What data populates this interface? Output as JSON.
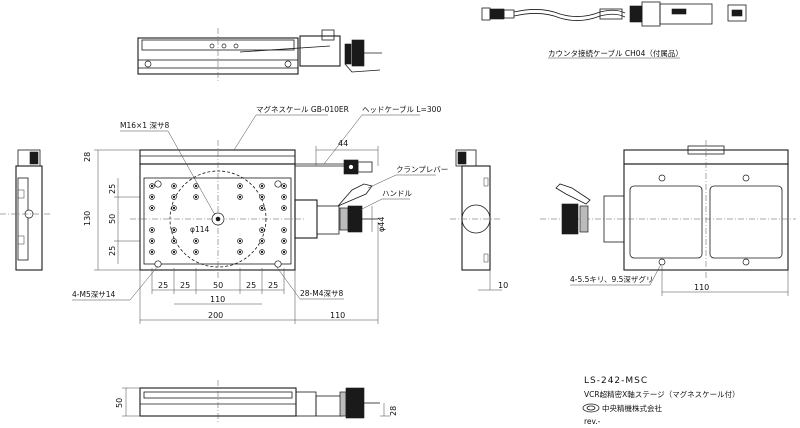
{
  "title_block": {
    "model": "LS-242-MSC",
    "description": "VCR超精密X軸ステージ（マグネスケール付）",
    "company": "中央精機株式会社",
    "revision": "rev.-"
  },
  "labels": {
    "cable_ch04": "カウンタ接続ケーブル CH04（付属品）",
    "magnescale": "マグネスケール GB-010ER",
    "head_cable": "ヘッドケーブル L=300",
    "clamp_lever": "クランプレバー",
    "handle": "ハンドル",
    "m16": "M16×1 深サ8",
    "m5": "4-M5深サ14",
    "m4": "28-M4深サ8",
    "phi114": "φ114",
    "drill": "4-5.5キリ、9.5深ザグリ"
  },
  "dims": {
    "d28_top": "28",
    "d130": "130",
    "d25a": "25",
    "d50v": "50",
    "d25b": "25",
    "d25c": "25",
    "d25d": "25",
    "d50h": "50",
    "d25e": "25",
    "d25f": "25",
    "d110": "110",
    "d200": "200",
    "d110b": "110",
    "d44": "44",
    "phi44": "φ44",
    "d10": "10",
    "d110r": "110",
    "d50bot": "50",
    "d28bot": "28"
  }
}
